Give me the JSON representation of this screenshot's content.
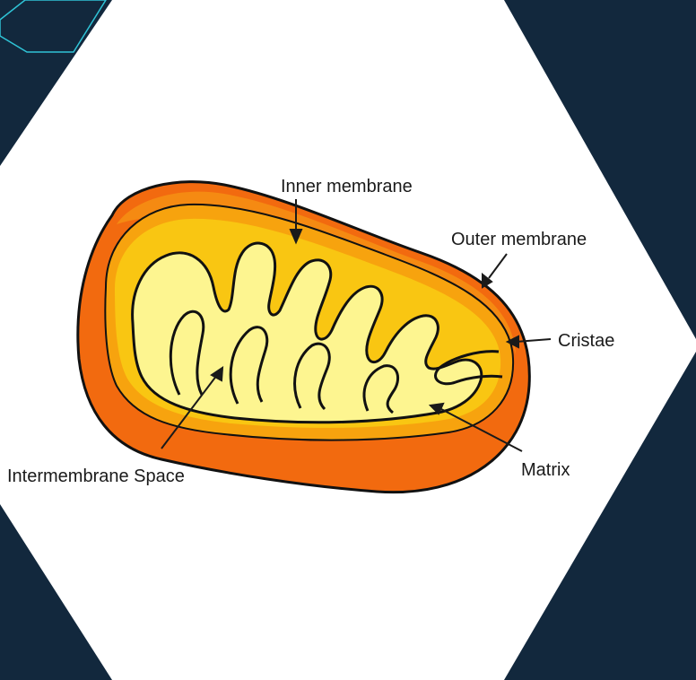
{
  "diagram": {
    "labels": {
      "inner_membrane": "Inner membrane",
      "outer_membrane": "Outer membrane",
      "cristae": "Cristae",
      "intermembrane_space": "Intermembrane Space",
      "matrix": "Matrix"
    }
  },
  "colors": {
    "background": "#12283d",
    "hexagon_fill": "#ffffff",
    "accent_outline": "#2fc3d6",
    "outer_membrane": "#f26a0f",
    "intermembrane_space": "#f7a30e",
    "cristae_fill": "#f9c612",
    "matrix": "#fdf590",
    "stroke": "#111111"
  }
}
